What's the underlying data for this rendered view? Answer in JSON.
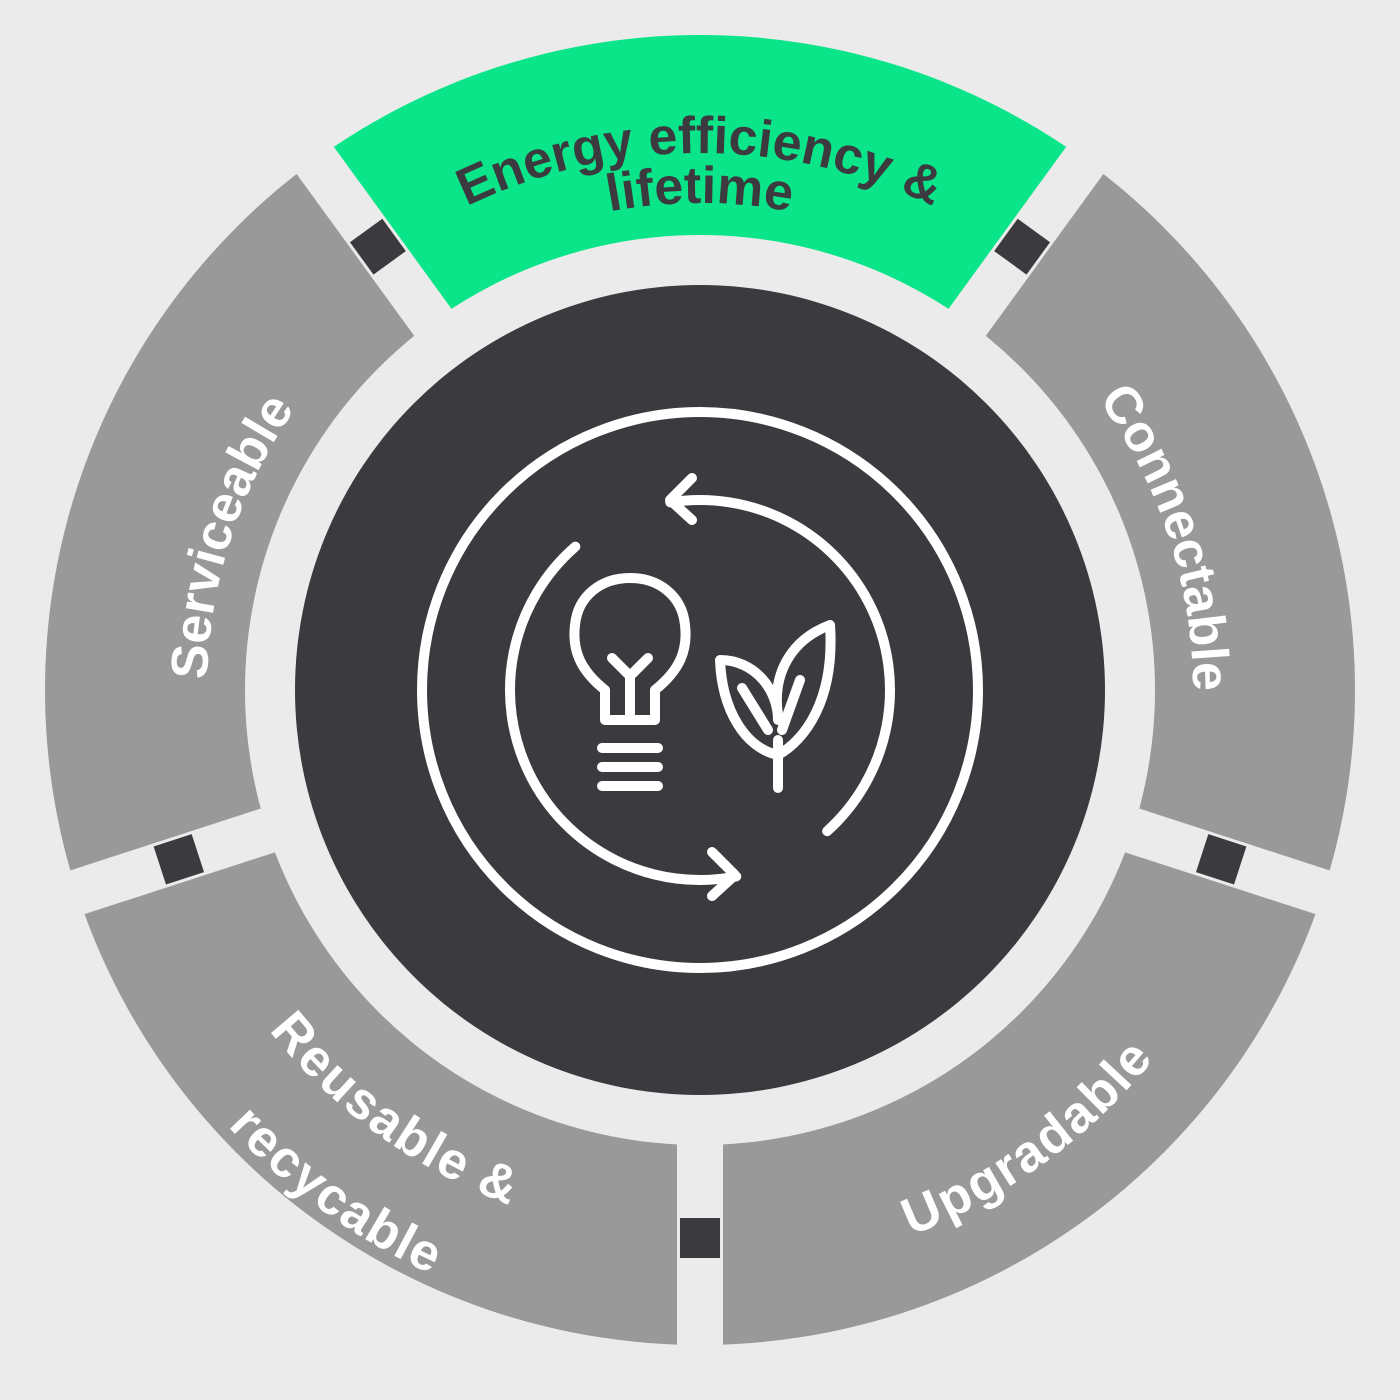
{
  "diagram": {
    "center_icons": [
      "lightbulb-icon",
      "leaf-icon",
      "circular-arrows-icon"
    ],
    "segments": [
      {
        "id": "energy",
        "lines": [
          "Energy efficiency &",
          "lifetime"
        ],
        "highlighted": true
      },
      {
        "id": "connectable",
        "lines": [
          "Connectable"
        ],
        "highlighted": false
      },
      {
        "id": "upgradable",
        "lines": [
          "Upgradable"
        ],
        "highlighted": false
      },
      {
        "id": "reusable",
        "lines": [
          "Reusable &",
          "recycable"
        ],
        "highlighted": false
      },
      {
        "id": "serviceable",
        "lines": [
          "Serviceable"
        ],
        "highlighted": false
      }
    ]
  },
  "colors": {
    "background": "#ebebeb",
    "segment": "#999999",
    "highlight": "#0be589",
    "dark": "#3b3a3f",
    "icon": "#ffffff"
  }
}
